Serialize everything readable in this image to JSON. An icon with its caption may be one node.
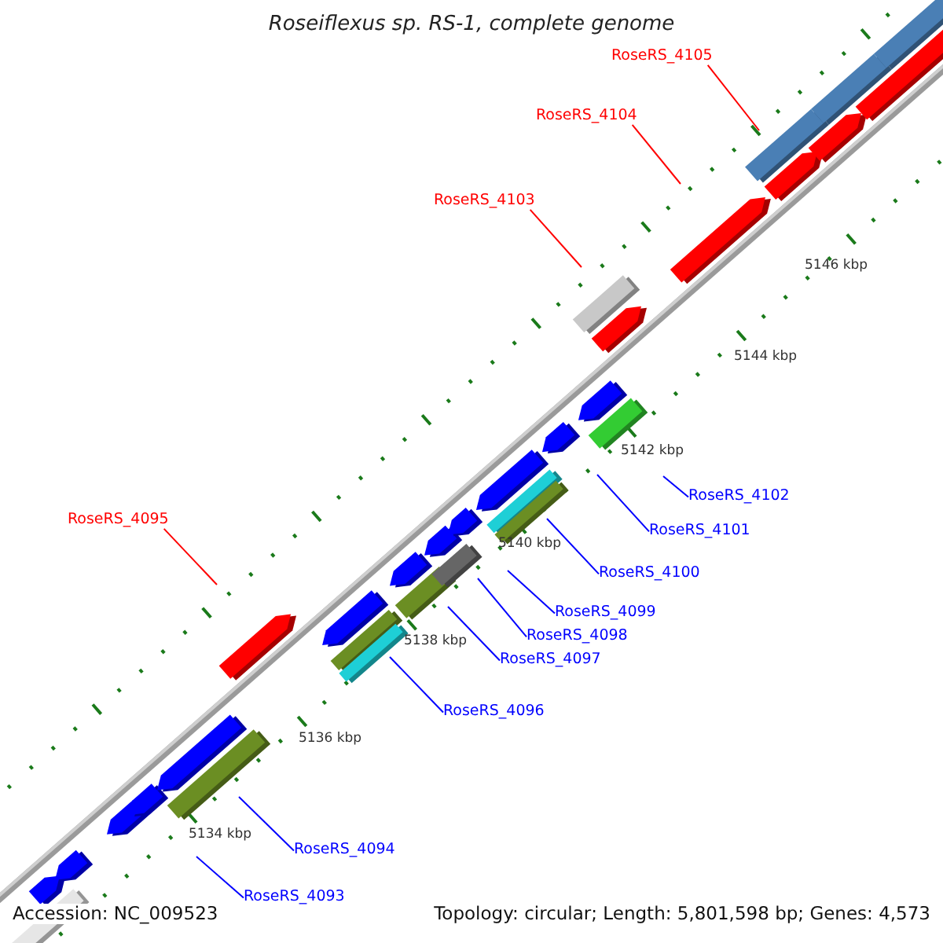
{
  "diagram": {
    "title": "Roseiflexus sp. RS-1, complete genome",
    "nodes": [
      {
        "text": [
          "RoseRS_4105"
        ]
      },
      {
        "text": [
          "RoseRS_4104"
        ]
      },
      {
        "text": [
          "RoseRS_4103"
        ]
      },
      {
        "text": [
          "RoseRS_4102"
        ]
      },
      {
        "text": [
          "RoseRS_4095"
        ]
      },
      {
        "text": [
          "RoseRS_4101"
        ]
      },
      {
        "text": [
          "RoseRS_4100"
        ]
      },
      {
        "text": [
          "RoseRS_4099"
        ]
      },
      {
        "text": [
          "RoseRS_4098"
        ]
      },
      {
        "text": [
          "RoseRS_4097"
        ]
      },
      {
        "text": [
          "RoseRS_4096"
        ]
      },
      {
        "text": [
          "RoseRS_4094"
        ]
      },
      {
        "text": [
          "RoseRS_4093"
        ]
      }
    ],
    "edges": [
      {
        "from": 0,
        "to": null,
        "arrow": "none",
        "color": "#ff0000"
      },
      {
        "from": 1,
        "to": null,
        "arrow": "none",
        "color": "#ff0000"
      },
      {
        "from": 2,
        "to": null,
        "arrow": "none",
        "color": "#ff0000"
      },
      {
        "from": 3,
        "to": null,
        "arrow": "none"
      },
      {
        "from": 4,
        "to": null,
        "arrow": "none",
        "color": "#ff0000"
      },
      {
        "from": 5,
        "to": null,
        "arrow": "none"
      },
      {
        "from": 6,
        "to": null,
        "arrow": "none"
      },
      {
        "from": 7,
        "to": null,
        "arrow": "none"
      },
      {
        "from": 8,
        "to": null,
        "arrow": "none"
      },
      {
        "from": 9,
        "to": null,
        "arrow": "none"
      },
      {
        "from": 10,
        "to": null,
        "arrow": "none"
      },
      {
        "from": 11,
        "to": null,
        "arrow": "none"
      },
      {
        "from": 12,
        "to": null,
        "arrow": "none"
      }
    ],
    "labels": [
      "5146 kbp",
      "5144 kbp",
      "5142 kbp",
      "5140 kbp",
      "5138 kbp",
      "5136 kbp",
      "5134 kbp",
      "Accession: NC_009523",
      "Topology: circular; Length: 5,801,598 bp; Genes: 4,573"
    ]
  }
}
